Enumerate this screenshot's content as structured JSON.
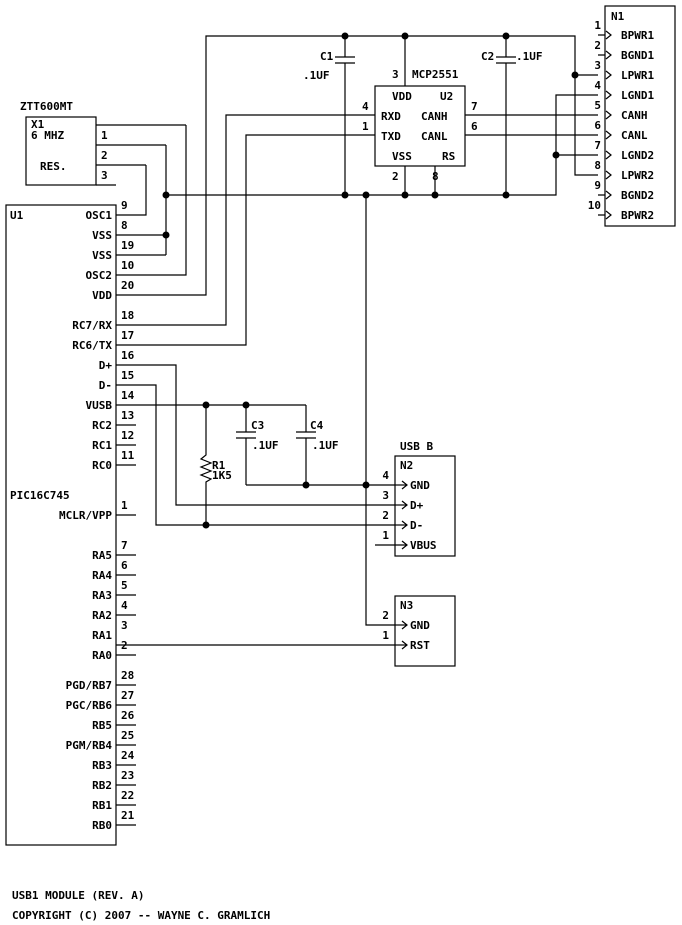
{
  "x1": {
    "part": "ZTT600MT",
    "ref": "X1",
    "freq": "6 MHZ",
    "label": "RES.",
    "pins": [
      "1",
      "2",
      "3"
    ]
  },
  "u1": {
    "ref": "U1",
    "name": "PIC16C745",
    "pins": [
      {
        "label": "OSC1",
        "num": "9"
      },
      {
        "label": "VSS",
        "num": "8"
      },
      {
        "label": "VSS",
        "num": "19"
      },
      {
        "label": "OSC2",
        "num": "10"
      },
      {
        "label": "VDD",
        "num": "20"
      },
      {
        "label": "RC7/RX",
        "num": "18"
      },
      {
        "label": "RC6/TX",
        "num": "17"
      },
      {
        "label": "D+",
        "num": "16"
      },
      {
        "label": "D-",
        "num": "15"
      },
      {
        "label": "VUSB",
        "num": "14"
      },
      {
        "label": "RC2",
        "num": "13"
      },
      {
        "label": "RC1",
        "num": "12"
      },
      {
        "label": "RC0",
        "num": "11"
      },
      {
        "label": "MCLR/VPP",
        "num": "1"
      },
      {
        "label": "RA5",
        "num": "7"
      },
      {
        "label": "RA4",
        "num": "6"
      },
      {
        "label": "RA3",
        "num": "5"
      },
      {
        "label": "RA2",
        "num": "4"
      },
      {
        "label": "RA1",
        "num": "3"
      },
      {
        "label": "RA0",
        "num": "2"
      },
      {
        "label": "PGD/RB7",
        "num": "28"
      },
      {
        "label": "PGC/RB6",
        "num": "27"
      },
      {
        "label": "RB5",
        "num": "26"
      },
      {
        "label": "PGM/RB4",
        "num": "25"
      },
      {
        "label": "RB3",
        "num": "24"
      },
      {
        "label": "RB2",
        "num": "23"
      },
      {
        "label": "RB1",
        "num": "22"
      },
      {
        "label": "RB0",
        "num": "21"
      }
    ]
  },
  "u2": {
    "ref": "U2",
    "name": "MCP2551",
    "vdd": "VDD",
    "vss": "VSS",
    "rxd": "RXD",
    "txd": "TXD",
    "canh": "CANH",
    "canl": "CANL",
    "rs": "RS",
    "pins": {
      "vdd": "3",
      "rxd": "4",
      "txd": "1",
      "canh": "7",
      "canl": "6",
      "vss": "2",
      "rs": "8"
    }
  },
  "caps": {
    "c1": {
      "ref": "C1",
      "value": ".1UF"
    },
    "c2": {
      "ref": "C2",
      "value": ".1UF"
    },
    "c3": {
      "ref": "C3",
      "value": ".1UF"
    },
    "c4": {
      "ref": "C4",
      "value": ".1UF"
    }
  },
  "r1": {
    "ref": "R1",
    "value": "1K5"
  },
  "n1": {
    "ref": "N1",
    "pins": [
      {
        "num": "1",
        "label": "BPWR1"
      },
      {
        "num": "2",
        "label": "BGND1"
      },
      {
        "num": "3",
        "label": "LPWR1"
      },
      {
        "num": "4",
        "label": "LGND1"
      },
      {
        "num": "5",
        "label": "CANH"
      },
      {
        "num": "6",
        "label": "CANL"
      },
      {
        "num": "7",
        "label": "LGND2"
      },
      {
        "num": "8",
        "label": "LPWR2"
      },
      {
        "num": "9",
        "label": "BGND2"
      },
      {
        "num": "10",
        "label": "BPWR2"
      }
    ]
  },
  "n2": {
    "title": "USB B",
    "ref": "N2",
    "pins": [
      {
        "num": "4",
        "label": "GND"
      },
      {
        "num": "3",
        "label": "D+"
      },
      {
        "num": "2",
        "label": "D-"
      },
      {
        "num": "1",
        "label": "VBUS"
      }
    ]
  },
  "n3": {
    "ref": "N3",
    "pins": [
      {
        "num": "2",
        "label": "GND"
      },
      {
        "num": "1",
        "label": "RST"
      }
    ]
  },
  "footer": {
    "line1": "USB1 MODULE (REV. A)",
    "line2": "COPYRIGHT (C) 2007 -- WAYNE C. GRAMLICH"
  }
}
